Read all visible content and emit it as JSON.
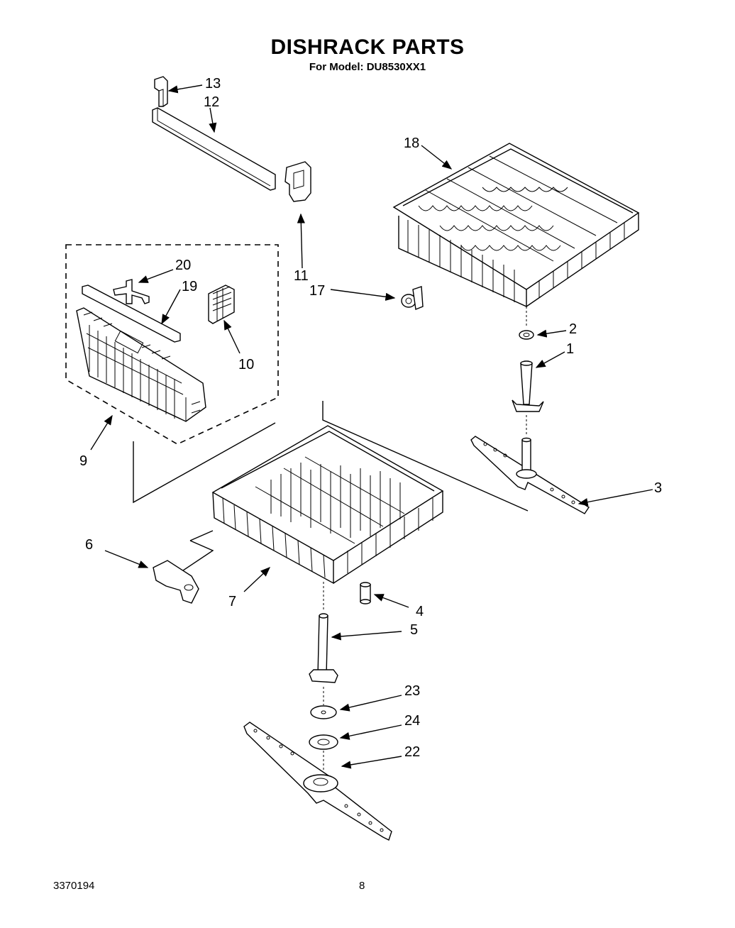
{
  "header": {
    "title": "DISHRACK PARTS",
    "subtitle": "For Model: DU8530XX1"
  },
  "footer": {
    "doc_number": "3370194",
    "page_number": "8"
  },
  "callouts": {
    "c1": "1",
    "c2": "2",
    "c3": "3",
    "c4": "4",
    "c5": "5",
    "c6": "6",
    "c7": "7",
    "c9": "9",
    "c10": "10",
    "c11": "11",
    "c12": "12",
    "c13": "13",
    "c17": "17",
    "c18": "18",
    "c19": "19",
    "c20": "20",
    "c22": "22",
    "c23": "23",
    "c24": "24"
  }
}
